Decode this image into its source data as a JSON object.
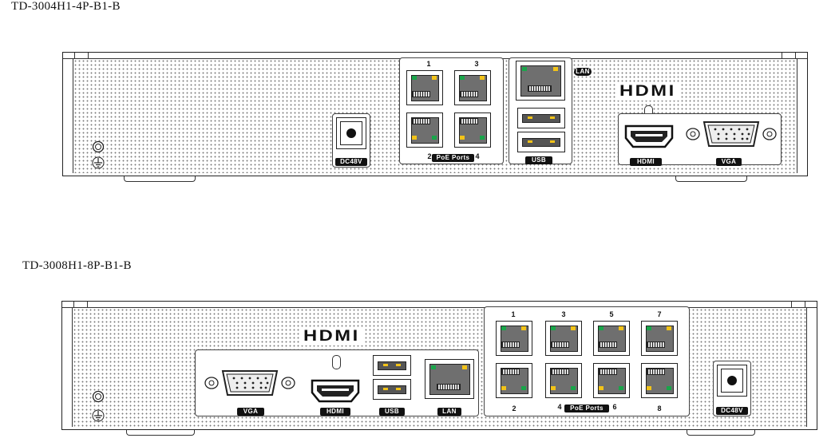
{
  "device_1": {
    "model": "TD-3004H1-4P-B1-B",
    "dc_label": "DC48V",
    "poe_label": "PoE  Ports",
    "poe_numbers_top": [
      "1",
      "3"
    ],
    "poe_numbers_bottom": [
      "2",
      "4"
    ],
    "usb_label": "USB",
    "lan_label": "LAN",
    "hdmi_logo": "HDMI",
    "hdmi_label": "HDMI",
    "vga_label": "VGA"
  },
  "device_2": {
    "model": "TD-3008H1-8P-B1-B",
    "hdmi_logo": "HDMI",
    "vga_label": "VGA",
    "hdmi_label": "HDMI",
    "usb_label": "USB",
    "lan_label": "LAN",
    "poe_numbers_top": [
      "1",
      "3",
      "5",
      "7"
    ],
    "poe_numbers_bottom": [
      "2",
      "4",
      "6",
      "8"
    ],
    "poe_label": "PoE  Ports",
    "dc_label": "DC48V"
  },
  "colors": {
    "led_green": "#19a54a",
    "led_yellow": "#f2c318",
    "outline": "#222222"
  },
  "icons": [
    "ground-icon",
    "screw-icon",
    "rj45-port-icon",
    "usb-port-icon",
    "hdmi-port-icon",
    "vga-port-icon",
    "dc-power-jack-icon"
  ]
}
